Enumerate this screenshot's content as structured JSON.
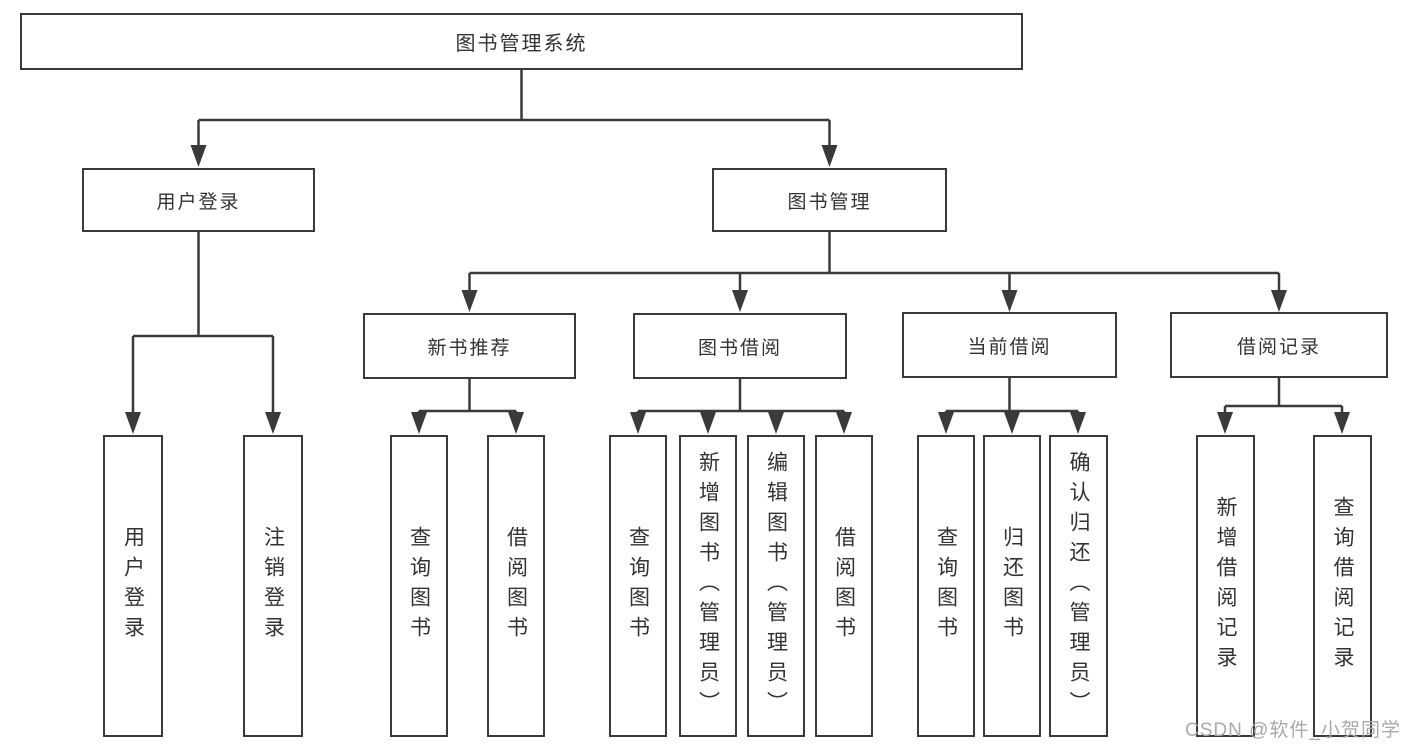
{
  "diagram": {
    "root": {
      "label": "图书管理系统"
    },
    "level2": [
      {
        "label": "用户登录"
      },
      {
        "label": "图书管理"
      }
    ],
    "level3": [
      {
        "label": "新书推荐"
      },
      {
        "label": "图书借阅"
      },
      {
        "label": "当前借阅"
      },
      {
        "label": "借阅记录"
      }
    ],
    "leaves": [
      {
        "label": "用户登录"
      },
      {
        "label": "注销登录"
      },
      {
        "label": "查询图书"
      },
      {
        "label": "借阅图书"
      },
      {
        "label": "查询图书"
      },
      {
        "label": "新增图书（管理员）"
      },
      {
        "label": "编辑图书（管理员）"
      },
      {
        "label": "借阅图书"
      },
      {
        "label": "查询图书"
      },
      {
        "label": "归还图书"
      },
      {
        "label": "确认归还（管理员）"
      },
      {
        "label": "新增借阅记录"
      },
      {
        "label": "查询借阅记录"
      }
    ]
  },
  "watermark": {
    "text": "CSDN @软件_小贺同学"
  },
  "colors": {
    "line": "#3a3a3a",
    "text": "#333333",
    "watermark": "#a9a9a9"
  }
}
